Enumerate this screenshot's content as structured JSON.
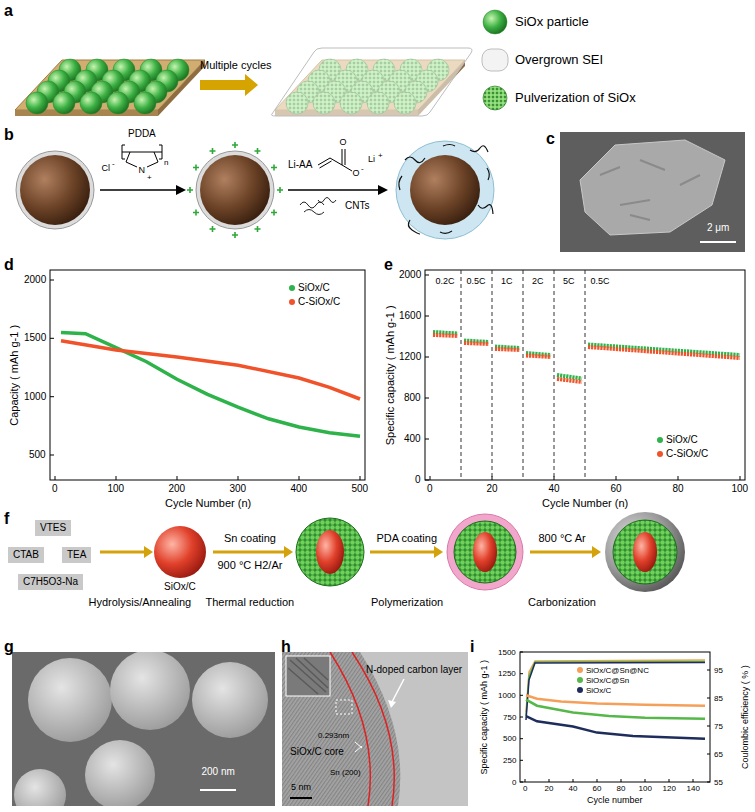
{
  "diagram": {
    "nodes": [
      {
        "text": [
          "VTES"
        ]
      },
      {
        "text": [
          "CTAB"
        ]
      },
      {
        "text": [
          "TEA"
        ]
      },
      {
        "text": [
          "C7H5O3-Na"
        ]
      }
    ],
    "labels": [
      "a",
      "Multiple cycles",
      "b",
      "PDDA",
      "Cl",
      "-",
      "N",
      "+",
      "n",
      "Li-AA",
      "O",
      "O",
      "-",
      "Li",
      "+",
      "CNTs",
      "c",
      "2 μm",
      "d",
      "2000",
      "1500",
      "1000",
      "500",
      "0",
      "100",
      "200",
      "300",
      "400",
      "500",
      "Capacity ( mAh g-1 )",
      "Cycle Number (n)",
      "e",
      "0",
      "400",
      "800",
      "1200",
      "1600",
      "2000",
      "0",
      "20",
      "40",
      "60",
      "80",
      "100",
      "Specific capacity ( mAh g-1 )",
      "Cycle Number (n)",
      "0.2C",
      "0.5C",
      "1C",
      "2C",
      "5C",
      "0.5C",
      "f",
      "SiOx/C",
      "Hydrolysis/Annealing",
      "Sn coating",
      "900 °C H2/Ar",
      "Thermal reduction",
      "PDA coating",
      "Polymerization",
      "800 °C Ar",
      "Carbonization",
      "g",
      "200 nm",
      "h",
      "N-doped carbon layer",
      "SiOx/C core",
      "0.293nm",
      "Sn (200)",
      "5 nm",
      "i",
      "0",
      "250",
      "500",
      "750",
      "1000",
      "1250",
      "1500",
      "55",
      "65",
      "75",
      "85",
      "95",
      "0",
      "20",
      "40",
      "60",
      "80",
      "100",
      "120",
      "140",
      "Specific capacity ( mAh g-1 )",
      "Coulombic efficiency ( % )",
      "Cycle number"
    ],
    "legend": [
      {
        "text": "SiOx particle"
      },
      {
        "text": "Overgrown SEI"
      },
      {
        "text": "Pulverization of SiOx"
      },
      {
        "text": "SiOx/C",
        "color": "#2db34a"
      },
      {
        "text": "C-SiOx/C",
        "color": "#f0522a"
      },
      {
        "text": "SiOx/C",
        "color": "#2db34a"
      },
      {
        "text": "C-SiOx/C",
        "color": "#f0522a"
      },
      {
        "text": "SiOx/C@Sn@NC",
        "color": "#f5a05a"
      },
      {
        "text": "SiOx/C@Sn",
        "color": "#55b848"
      },
      {
        "text": "SiOx/C",
        "color": "#1f2d5c"
      }
    ]
  }
}
